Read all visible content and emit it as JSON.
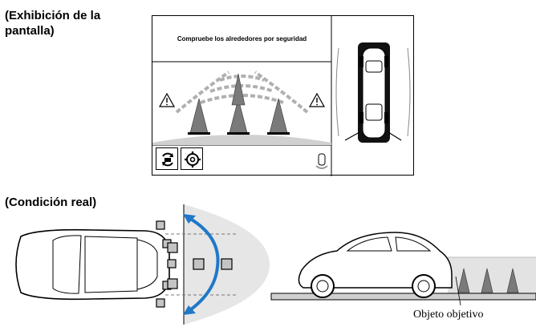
{
  "headings": {
    "display": "(Exhibición de la pantalla)",
    "real": "(Condición real)"
  },
  "screen": {
    "warning": "Compruebe los alrededores por seguridad"
  },
  "icons": {
    "warning_left": "warning-triangle-icon",
    "warning_right": "warning-triangle-icon",
    "view_switch": "view-switch-icon",
    "settings": "settings-gear-icon",
    "sensor": "parking-sensor-icon"
  },
  "real_scene": {
    "caption": "Objeto objetivo"
  },
  "colors": {
    "line": "#000000",
    "sensor_fill": "#b8b8b8",
    "cone_fill": "#7a7a7a",
    "ground": "#d6d6d6",
    "arc_blue": "#1f78c8",
    "sweep": "#e6e6e6"
  }
}
